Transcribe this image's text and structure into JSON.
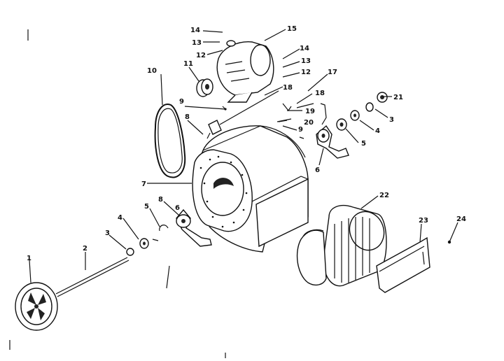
{
  "labels": {
    "l1": "1",
    "l2": "2",
    "l3": "3",
    "l3b": "3",
    "l4": "4",
    "l4b": "4",
    "l5": "5",
    "l5b": "5",
    "l6": "6",
    "l6b": "6",
    "l7": "7",
    "l8": "8",
    "l8b": "8",
    "l9": "9",
    "l9b": "9",
    "l10": "10",
    "l11": "11",
    "l12": "12",
    "l12b": "12",
    "l13": "13",
    "l13b": "13",
    "l14": "14",
    "l14b": "14",
    "l15": "15",
    "l17": "17",
    "l18": "18",
    "l18b": "18",
    "l19": "19",
    "l20": "20",
    "l21": "21",
    "l22": "22",
    "l23": "23",
    "l24": "24"
  },
  "colors": {
    "ink": "#111111",
    "paper": "#ffffff"
  }
}
